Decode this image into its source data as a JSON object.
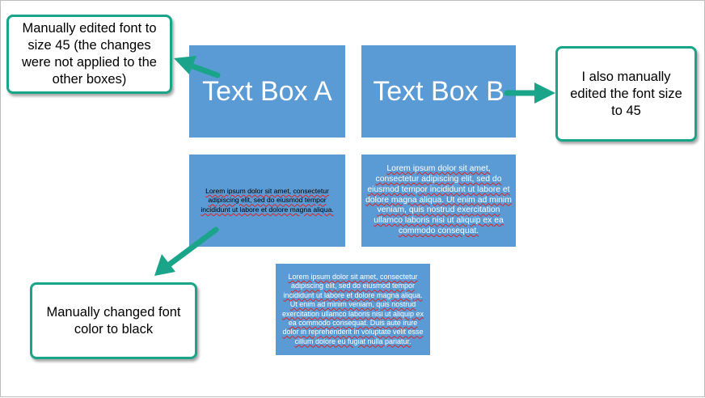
{
  "boxes": {
    "a": {
      "text": "Text Box A"
    },
    "b": {
      "text": "Text Box B"
    },
    "c": {
      "text": "Lorem ipsum dolor sit amet, consectetur adipiscing elit, sed do eiusmod tempor incididunt ut labore et dolore magna aliqua."
    },
    "d": {
      "text": "Lorem ipsum dolor sit amet, consectetur adipiscing elit, sed do eiusmod tempor incididunt ut labore et dolore magna aliqua. Ut enim ad minim veniam, quis nostrud exercitation ullamco laboris nisi ut aliquip ex ea commodo consequat."
    },
    "e": {
      "text": "Lorem ipsum dolor sit amet, consectetur adipiscing elit, sed do eiusmod tempor incididunt ut labore et dolore magna aliqua. Ut enim ad minim veniam, quis nostrud exercitation ullamco laboris nisi ut aliquip ex ea commodo consequat. Duis aute irure dolor in reprehenderit in voluptate velit esse cillum dolore eu fugiat nulla pariatur."
    }
  },
  "callouts": {
    "top_left": "Manually edited font to size 45 (the changes were not applied to the other boxes)",
    "right": "I also manually edited the font size to 45",
    "bottom_left": "Manually changed font color to black"
  },
  "colors": {
    "box_fill": "#5b9bd5",
    "callout_border": "#1aa58a",
    "arrow": "#1aa58a",
    "spellcheck_underline": "#e02020"
  }
}
